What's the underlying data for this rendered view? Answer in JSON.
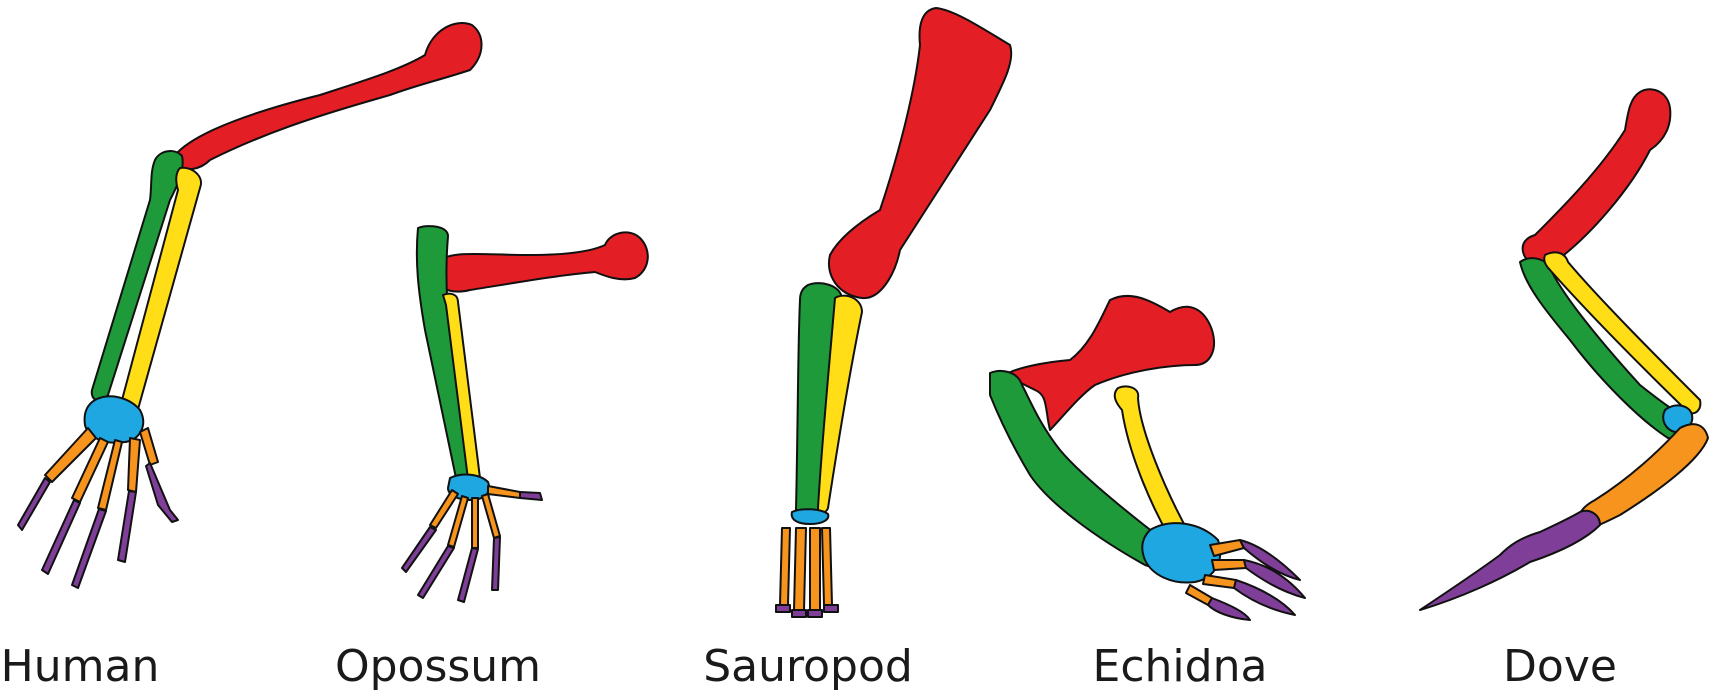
{
  "colors": {
    "humerus": "#e31e24",
    "ulna": "#1e9a3b",
    "radius": "#ffde17",
    "carpals": "#1ea7e1",
    "metacarpals": "#f7941d",
    "phalanges": "#7f3f98"
  },
  "species": [
    {
      "name": "Human"
    },
    {
      "name": "Opossum"
    },
    {
      "name": "Sauropod"
    },
    {
      "name": "Echidna"
    },
    {
      "name": "Dove"
    }
  ]
}
